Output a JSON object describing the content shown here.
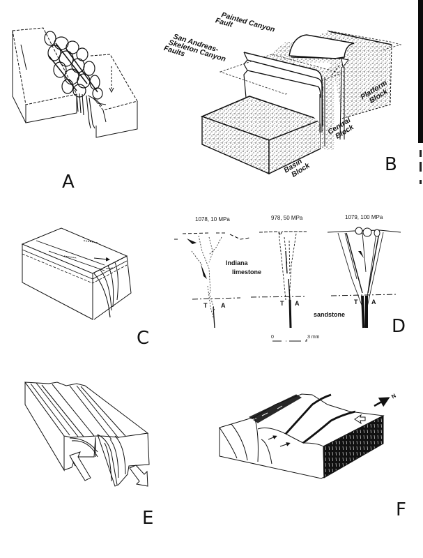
{
  "figure": {
    "panels": [
      {
        "id": "A",
        "label": "A"
      },
      {
        "id": "B",
        "label": "B"
      },
      {
        "id": "C",
        "label": "C"
      },
      {
        "id": "D",
        "label": "D"
      },
      {
        "id": "E",
        "label": "E"
      },
      {
        "id": "F",
        "label": "F"
      }
    ],
    "panel_b": {
      "painted_canyon_line1": "Painted Canyon",
      "painted_canyon_line2": "Fault",
      "san_andreas_line1": "San Andreas-",
      "san_andreas_line2": "Skeleton Canyon",
      "san_andreas_line3": "Faults",
      "platform_line1": "Platform",
      "platform_line2": "Block",
      "central_line1": "Central",
      "central_line2": "Block",
      "basin_line1": "Basin",
      "basin_line2": "Block"
    },
    "panel_d": {
      "samples": [
        {
          "title": "1078, 10 MPa",
          "t_label": "T",
          "a_label": "A"
        },
        {
          "title": "978, 50 MPa",
          "t_label": "T",
          "a_label": "A"
        },
        {
          "title": "1079, 100 MPa",
          "t_label": "T",
          "a_label": "A"
        }
      ],
      "upper_unit_line1": "Indiana",
      "upper_unit_line2": "limestone",
      "lower_unit": "sandstone",
      "scale_zero": "0",
      "scale_end": "3 mm"
    },
    "panel_f": {
      "north_label": "N"
    }
  }
}
